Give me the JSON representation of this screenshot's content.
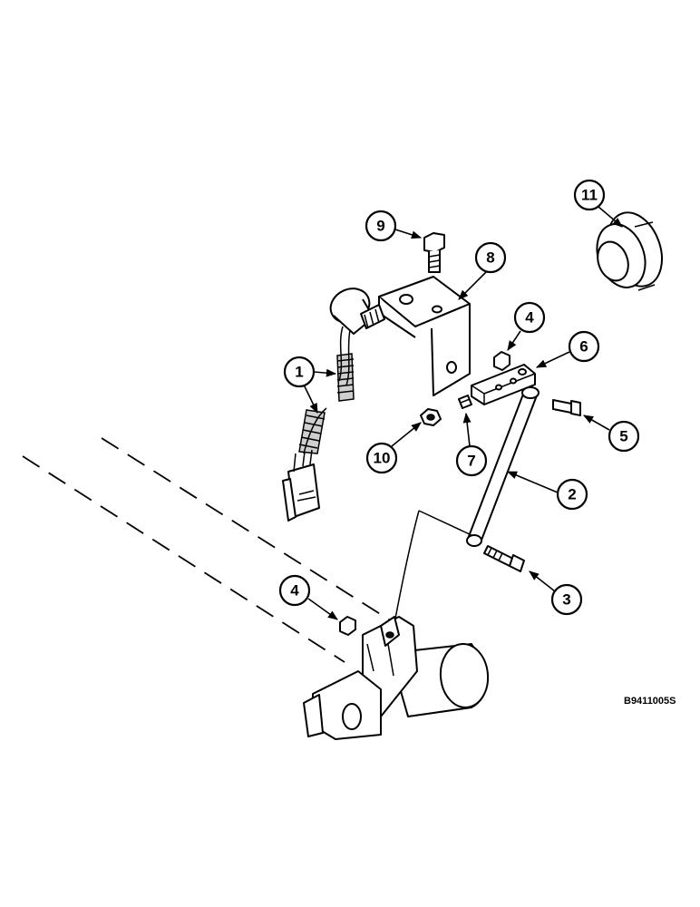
{
  "diagram_code": "B9411005S",
  "callouts": [
    {
      "id": "1"
    },
    {
      "id": "2"
    },
    {
      "id": "3"
    },
    {
      "id": "4"
    },
    {
      "id": "5"
    },
    {
      "id": "6"
    },
    {
      "id": "7"
    },
    {
      "id": "8"
    },
    {
      "id": "9"
    },
    {
      "id": "10"
    },
    {
      "id": "11"
    }
  ],
  "callout_labels": {
    "c1": "1",
    "c2": "2",
    "c3": "3",
    "c4a": "4",
    "c4b": "4",
    "c5": "5",
    "c6": "6",
    "c7": "7",
    "c8": "8",
    "c9": "9",
    "c10": "10",
    "c11": "11"
  }
}
